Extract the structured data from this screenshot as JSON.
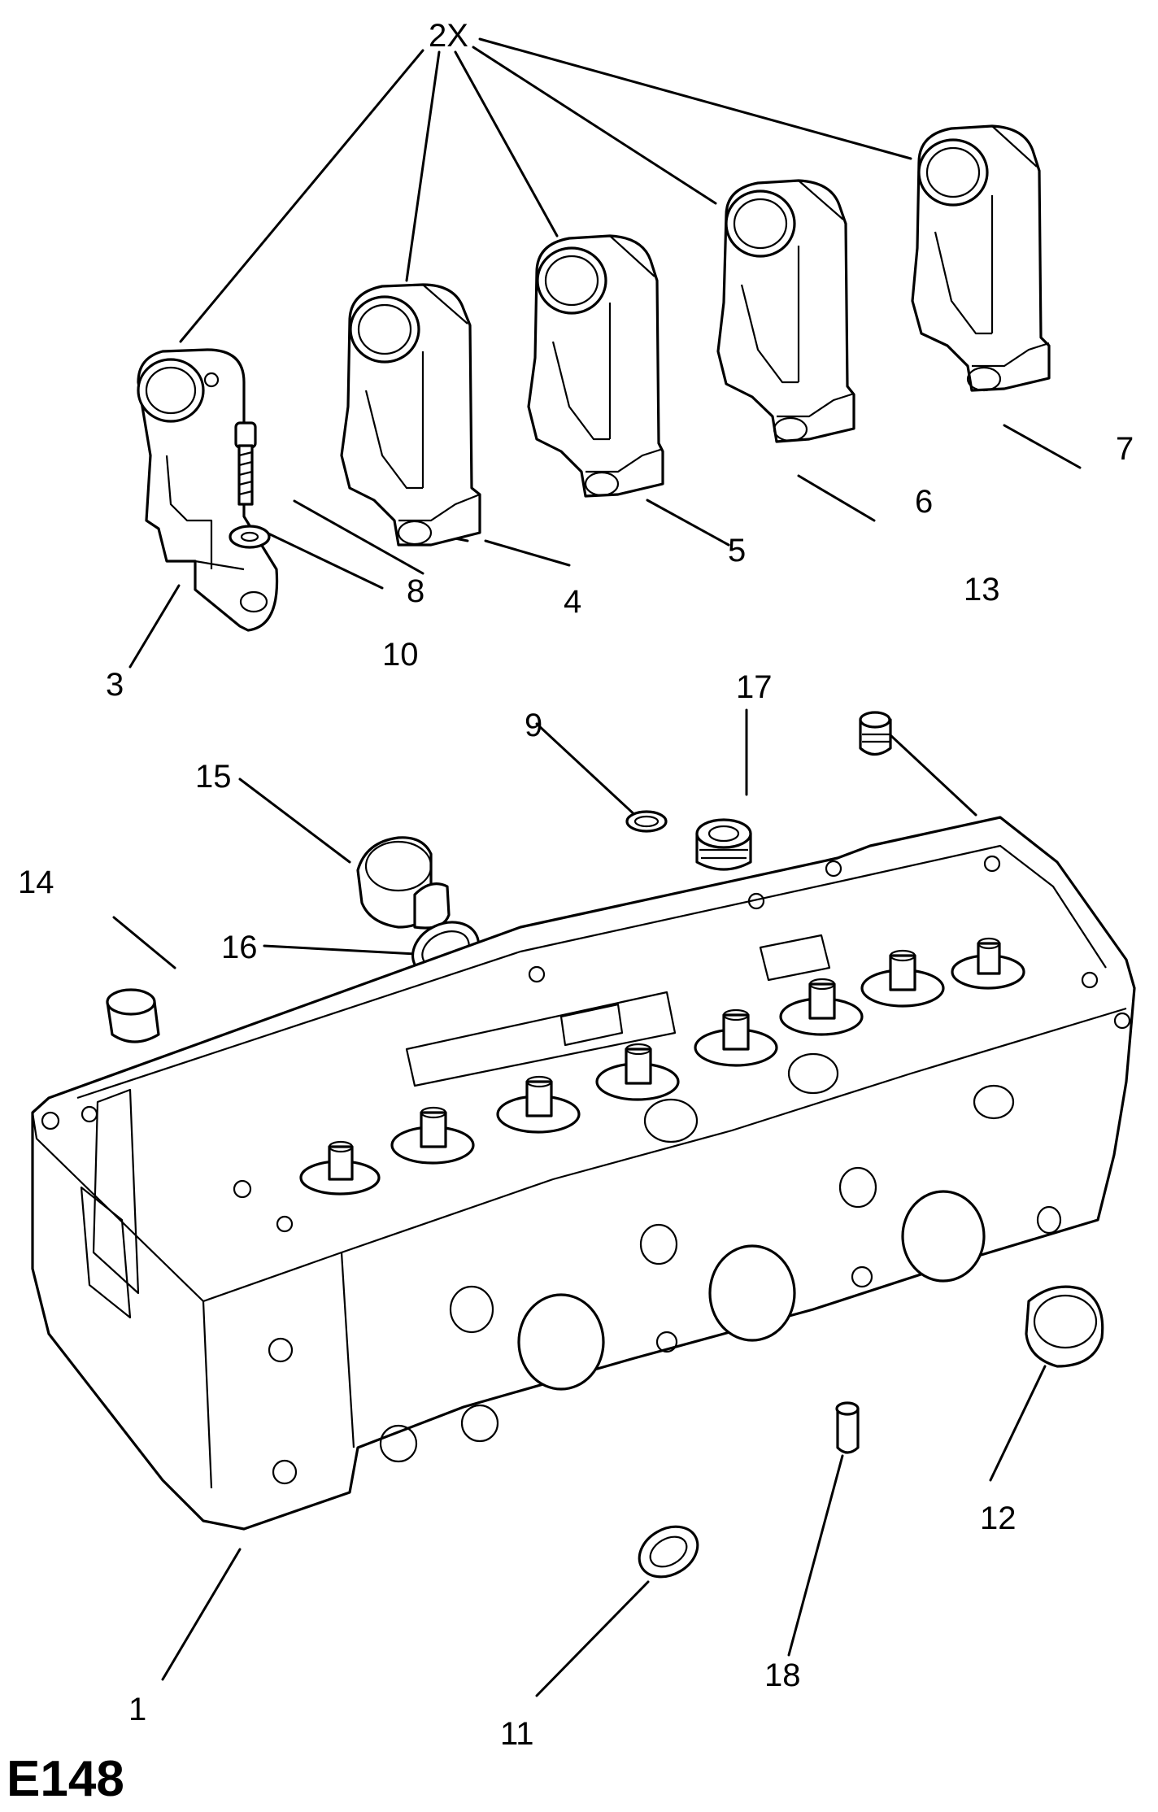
{
  "diagram": {
    "code": "E148",
    "multiplier": "2X",
    "callouts": [
      "1",
      "3",
      "4",
      "5",
      "6",
      "7",
      "8",
      "9",
      "10",
      "11",
      "12",
      "13",
      "14",
      "15",
      "16",
      "17",
      "18"
    ]
  }
}
